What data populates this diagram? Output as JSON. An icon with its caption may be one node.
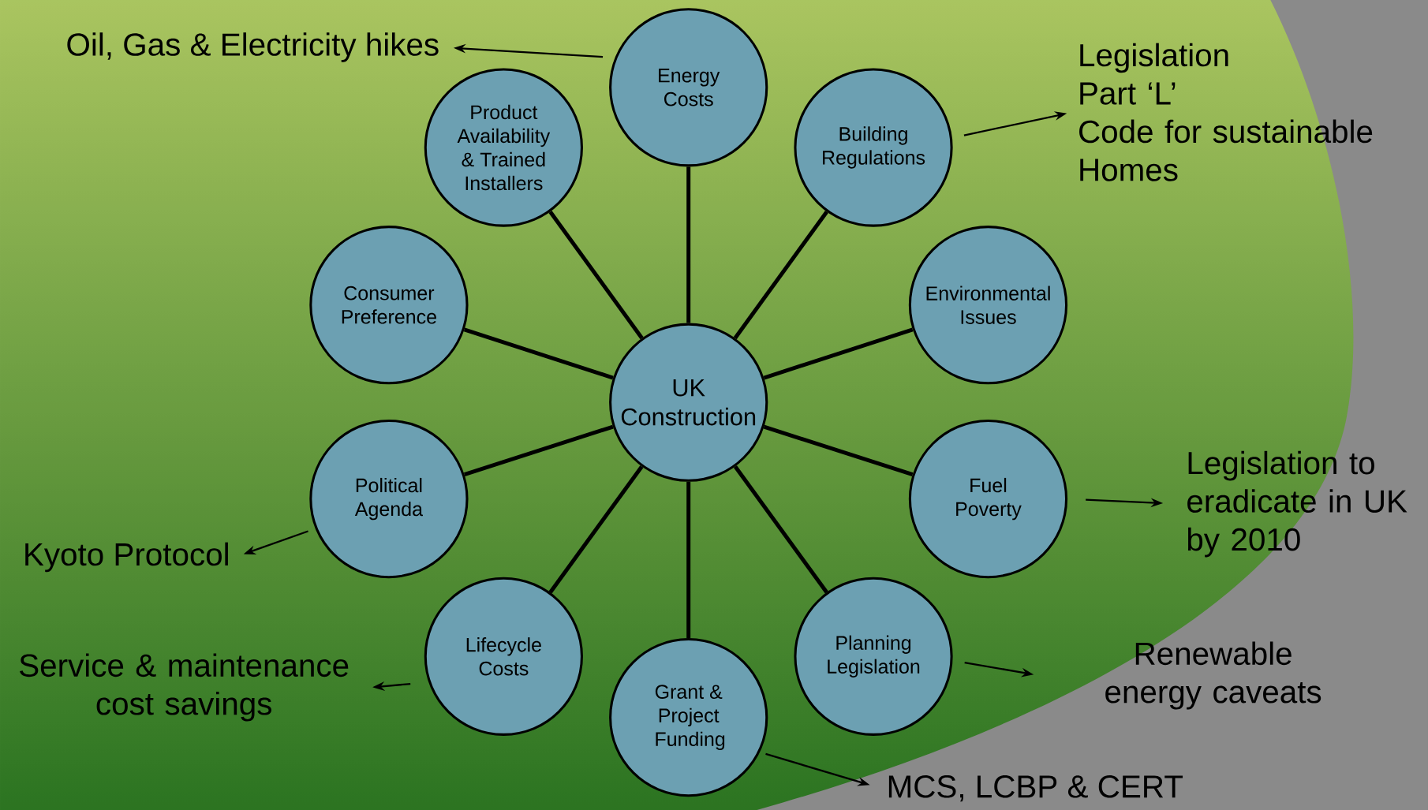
{
  "diagram": {
    "nodes": [
      {
        "text": [
          "UK Construction"
        ]
      },
      {
        "text": [
          "Energy Costs"
        ]
      },
      {
        "text": [
          "Building Regulations"
        ]
      },
      {
        "text": [
          "Environmental Issues"
        ]
      },
      {
        "text": [
          "Fuel Poverty"
        ]
      },
      {
        "text": [
          "Planning Legislation"
        ]
      },
      {
        "text": [
          "Grant & Project Funding"
        ]
      },
      {
        "text": [
          "Lifecycle Costs"
        ]
      },
      {
        "text": [
          "Political Agenda"
        ]
      },
      {
        "text": [
          "Consumer Preference"
        ]
      },
      {
        "text": [
          "Product Availability & Trained Installers"
        ]
      },
      {
        "text": [
          "Oil, Gas & Electricity hikes"
        ]
      },
      {
        "text": [
          "Legislation",
          "Part ‘L’",
          "Code for sustainable Homes"
        ]
      },
      {
        "text": [
          "Legislation to eradicate in UK by 2010"
        ]
      },
      {
        "text": [
          "Kyoto Protocol"
        ]
      },
      {
        "text": [
          "Service & maintenance cost savings"
        ]
      },
      {
        "text": [
          "Renewable energy caveats"
        ]
      },
      {
        "text": [
          "MCS, LCBP & CERT"
        ]
      }
    ],
    "edges": [
      {
        "from": 0,
        "to": 1,
        "arrow": "none"
      },
      {
        "from": 0,
        "to": 2,
        "arrow": "none"
      },
      {
        "from": 0,
        "to": 3,
        "arrow": "none"
      },
      {
        "from": 0,
        "to": 4,
        "arrow": "none"
      },
      {
        "from": 0,
        "to": 5,
        "arrow": "none"
      },
      {
        "from": 0,
        "to": 6,
        "arrow": "none"
      },
      {
        "from": 0,
        "to": 7,
        "arrow": "none"
      },
      {
        "from": 0,
        "to": 8,
        "arrow": "none"
      },
      {
        "from": 0,
        "to": 9,
        "arrow": "none"
      },
      {
        "from": 0,
        "to": 10,
        "arrow": "none"
      },
      {
        "from": 1,
        "to": 11,
        "arrow": "to"
      },
      {
        "from": 2,
        "to": 12,
        "arrow": "to"
      },
      {
        "from": 4,
        "to": 13,
        "arrow": "to"
      },
      {
        "from": 8,
        "to": 14,
        "arrow": "to"
      },
      {
        "from": 7,
        "to": 15,
        "arrow": "to"
      },
      {
        "from": 5,
        "to": 16,
        "arrow": "to"
      },
      {
        "from": 6,
        "to": 17,
        "arrow": "to"
      }
    ]
  }
}
